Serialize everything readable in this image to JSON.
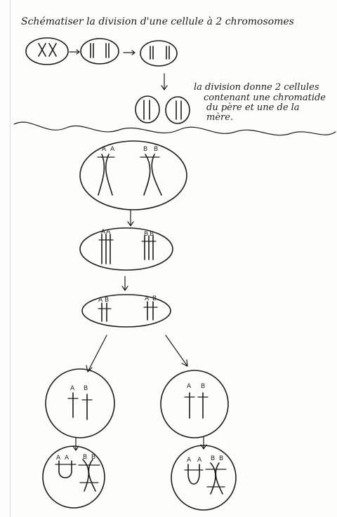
{
  "title": "Schématiser la division d'une cellule à 2 chromosomes",
  "note": {
    "lines": [
      "la division donne 2 cellules",
      "contenant une chromatide",
      "du père et une de la",
      "mère."
    ]
  },
  "allele_labels": {
    "a": "A",
    "b": "B"
  },
  "ink_color": "#1c1c1c"
}
